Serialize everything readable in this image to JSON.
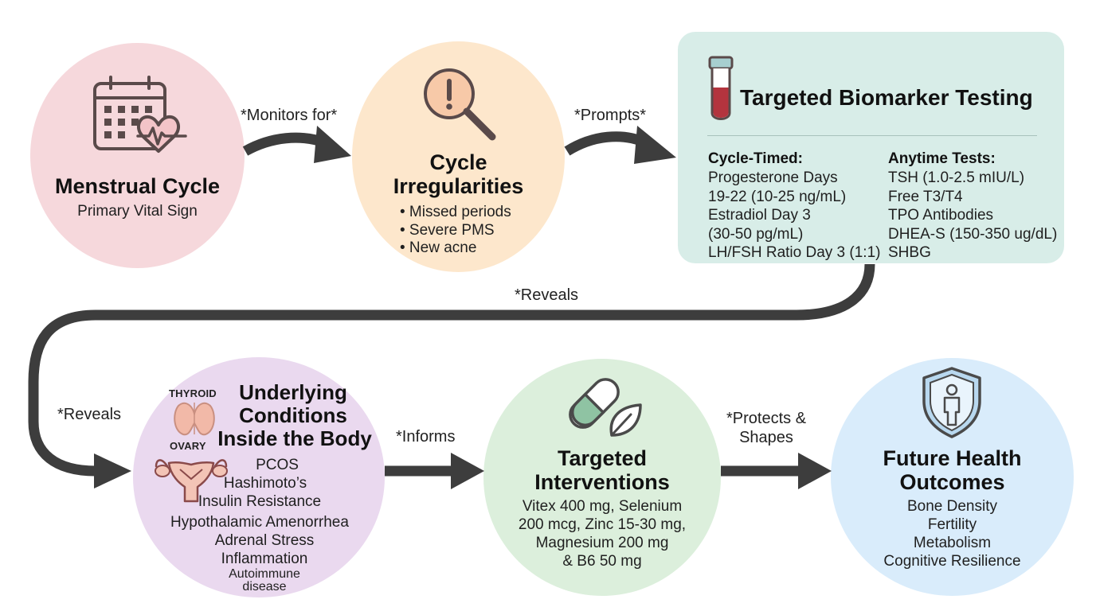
{
  "nodes": {
    "menstrual_cycle": {
      "title": "Menstrual Cycle",
      "subtitle": "Primary Vital Sign",
      "icon": "calendar-heart-icon"
    },
    "cycle_irregularities": {
      "title_line1": "Cycle",
      "title_line2": "Irregularities",
      "bullets": [
        "• Missed periods",
        "• Severe PMS",
        "• New acne"
      ],
      "icon": "magnifier-alert-icon"
    },
    "biomarker_testing": {
      "title": "Targeted Biomarker Testing",
      "icon": "blood-tube-icon",
      "cycle_timed_heading": "Cycle-Timed:",
      "cycle_timed": [
        "Progesterone Days",
        "19-22 (10-25 ng/mL)",
        "Estradiol Day 3",
        "(30-50 pg/mL)",
        "LH/FSH Ratio Day 3 (1:1)"
      ],
      "anytime_heading": "Anytime Tests:",
      "anytime": [
        "TSH (1.0-2.5 mIU/L)",
        "Free T3/T4",
        "TPO Antibodies",
        "DHEA-S (150-350 ug/dL)",
        "SHBG"
      ]
    },
    "underlying_conditions": {
      "title_lines": [
        "Underlying",
        "Conditions",
        "Inside the Body"
      ],
      "thyroid_label": "THYROID",
      "ovary_label": "OVARY",
      "items": [
        "PCOS",
        "Hashimoto’s",
        "Insulin Resistance",
        "Hypothalamic Amenorrhea",
        "Adrenal Stress",
        "Inflammation"
      ],
      "last_item_lines": [
        "Autoimmune",
        "disease"
      ],
      "icons": [
        "thyroid-icon",
        "uterus-ovary-icon"
      ]
    },
    "targeted_interventions": {
      "title_line1": "Targeted",
      "title_line2": "Interventions",
      "lines": [
        "Vitex 400 mg, Selenium",
        "200 mcg, Zinc 15-30 mg,",
        "Magnesium 200 mg",
        "& B6 50 mg"
      ],
      "icon": "capsule-leaf-icon"
    },
    "future_health": {
      "title_line1": "Future Health",
      "title_line2": "Outcomes",
      "lines": [
        "Bone Density",
        "Fertility",
        "Metabolism",
        "Cognitive Resilience"
      ],
      "icon": "shield-person-icon"
    }
  },
  "edges": {
    "monitors_for": "*Monitors for*",
    "prompts": "*Prompts*",
    "reveals_top": "*Reveals",
    "reveals_left": "*Reveals",
    "informs": "*Informs",
    "protects_line1": "*Protects &",
    "protects_line2": "Shapes"
  },
  "colors": {
    "menstrual_fill": "#f6d8dc",
    "irregularities_fill": "#fde7cc",
    "biomarker_fill": "#d8ede8",
    "conditions_fill": "#ead9ef",
    "interventions_fill": "#dcefdc",
    "future_fill": "#d9ecfb",
    "arrow": "#3d3d3d",
    "icon_stroke": "#5a4a4a"
  }
}
